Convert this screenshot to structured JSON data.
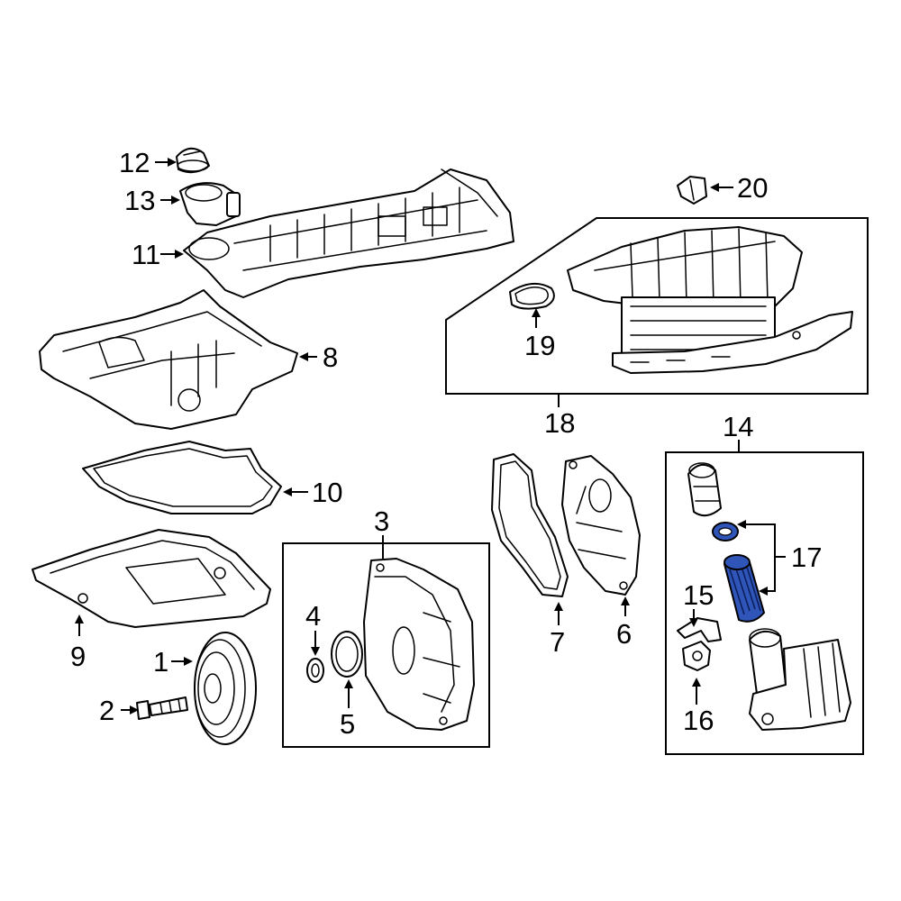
{
  "callouts": {
    "c1": "1",
    "c2": "2",
    "c3": "3",
    "c4": "4",
    "c5": "5",
    "c6": "6",
    "c7": "7",
    "c8": "8",
    "c9": "9",
    "c10": "10",
    "c11": "11",
    "c12": "12",
    "c13": "13",
    "c14": "14",
    "c15": "15",
    "c16": "16",
    "c17": "17",
    "c18": "18",
    "c19": "19",
    "c20": "20"
  },
  "colors": {
    "line": "#000000",
    "background": "#ffffff",
    "highlight": "#2f55b8"
  },
  "highlighted_parts": [
    "17"
  ]
}
